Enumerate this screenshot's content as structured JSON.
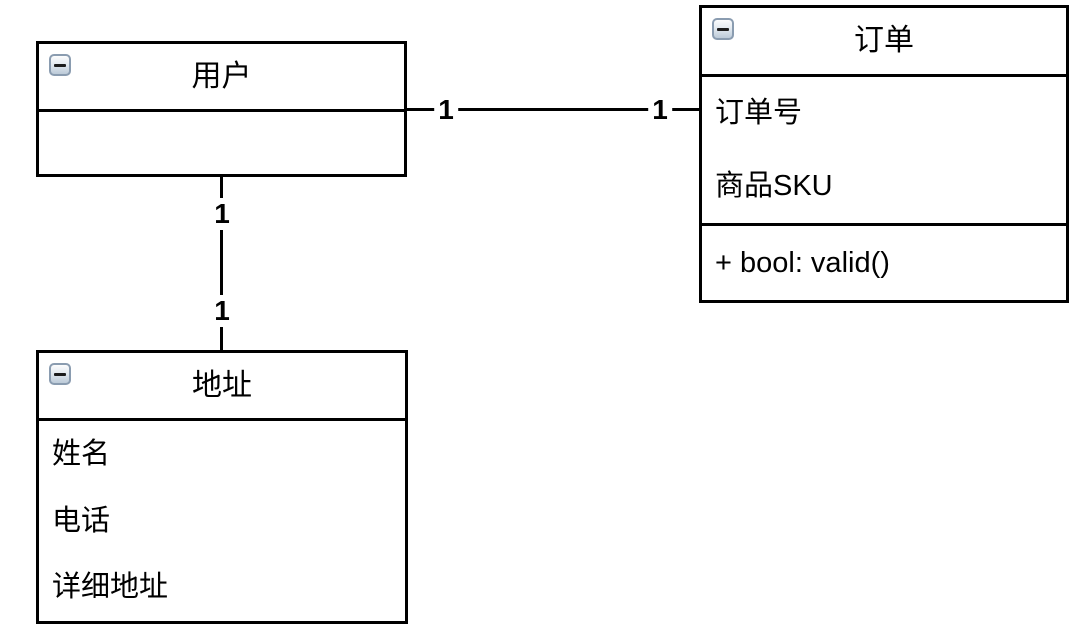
{
  "diagram": {
    "type": "uml-class-diagram",
    "classes": [
      {
        "id": "user",
        "title": "用户",
        "attributes": [],
        "methods": [],
        "collapse_icon": "minus"
      },
      {
        "id": "order",
        "title": "订单",
        "attributes": [
          "订单号",
          "商品SKU"
        ],
        "methods": [
          "+ bool: valid()"
        ],
        "collapse_icon": "minus"
      },
      {
        "id": "address",
        "title": "地址",
        "attributes": [
          "姓名",
          "电话",
          "详细地址"
        ],
        "methods": [],
        "collapse_icon": "minus"
      }
    ],
    "relations": {
      "user_order": {
        "from": "用户",
        "to": "订单",
        "from_multiplicity": "1",
        "to_multiplicity": "1"
      },
      "user_address": {
        "from": "用户",
        "to": "地址",
        "from_multiplicity": "1",
        "to_multiplicity": "1"
      }
    },
    "colors": {
      "line": "#000000",
      "box_background": "#ffffff",
      "text": "#000000",
      "collapse_button_border": "#8a9cb0",
      "collapse_button_background": "#dde5ec"
    }
  }
}
